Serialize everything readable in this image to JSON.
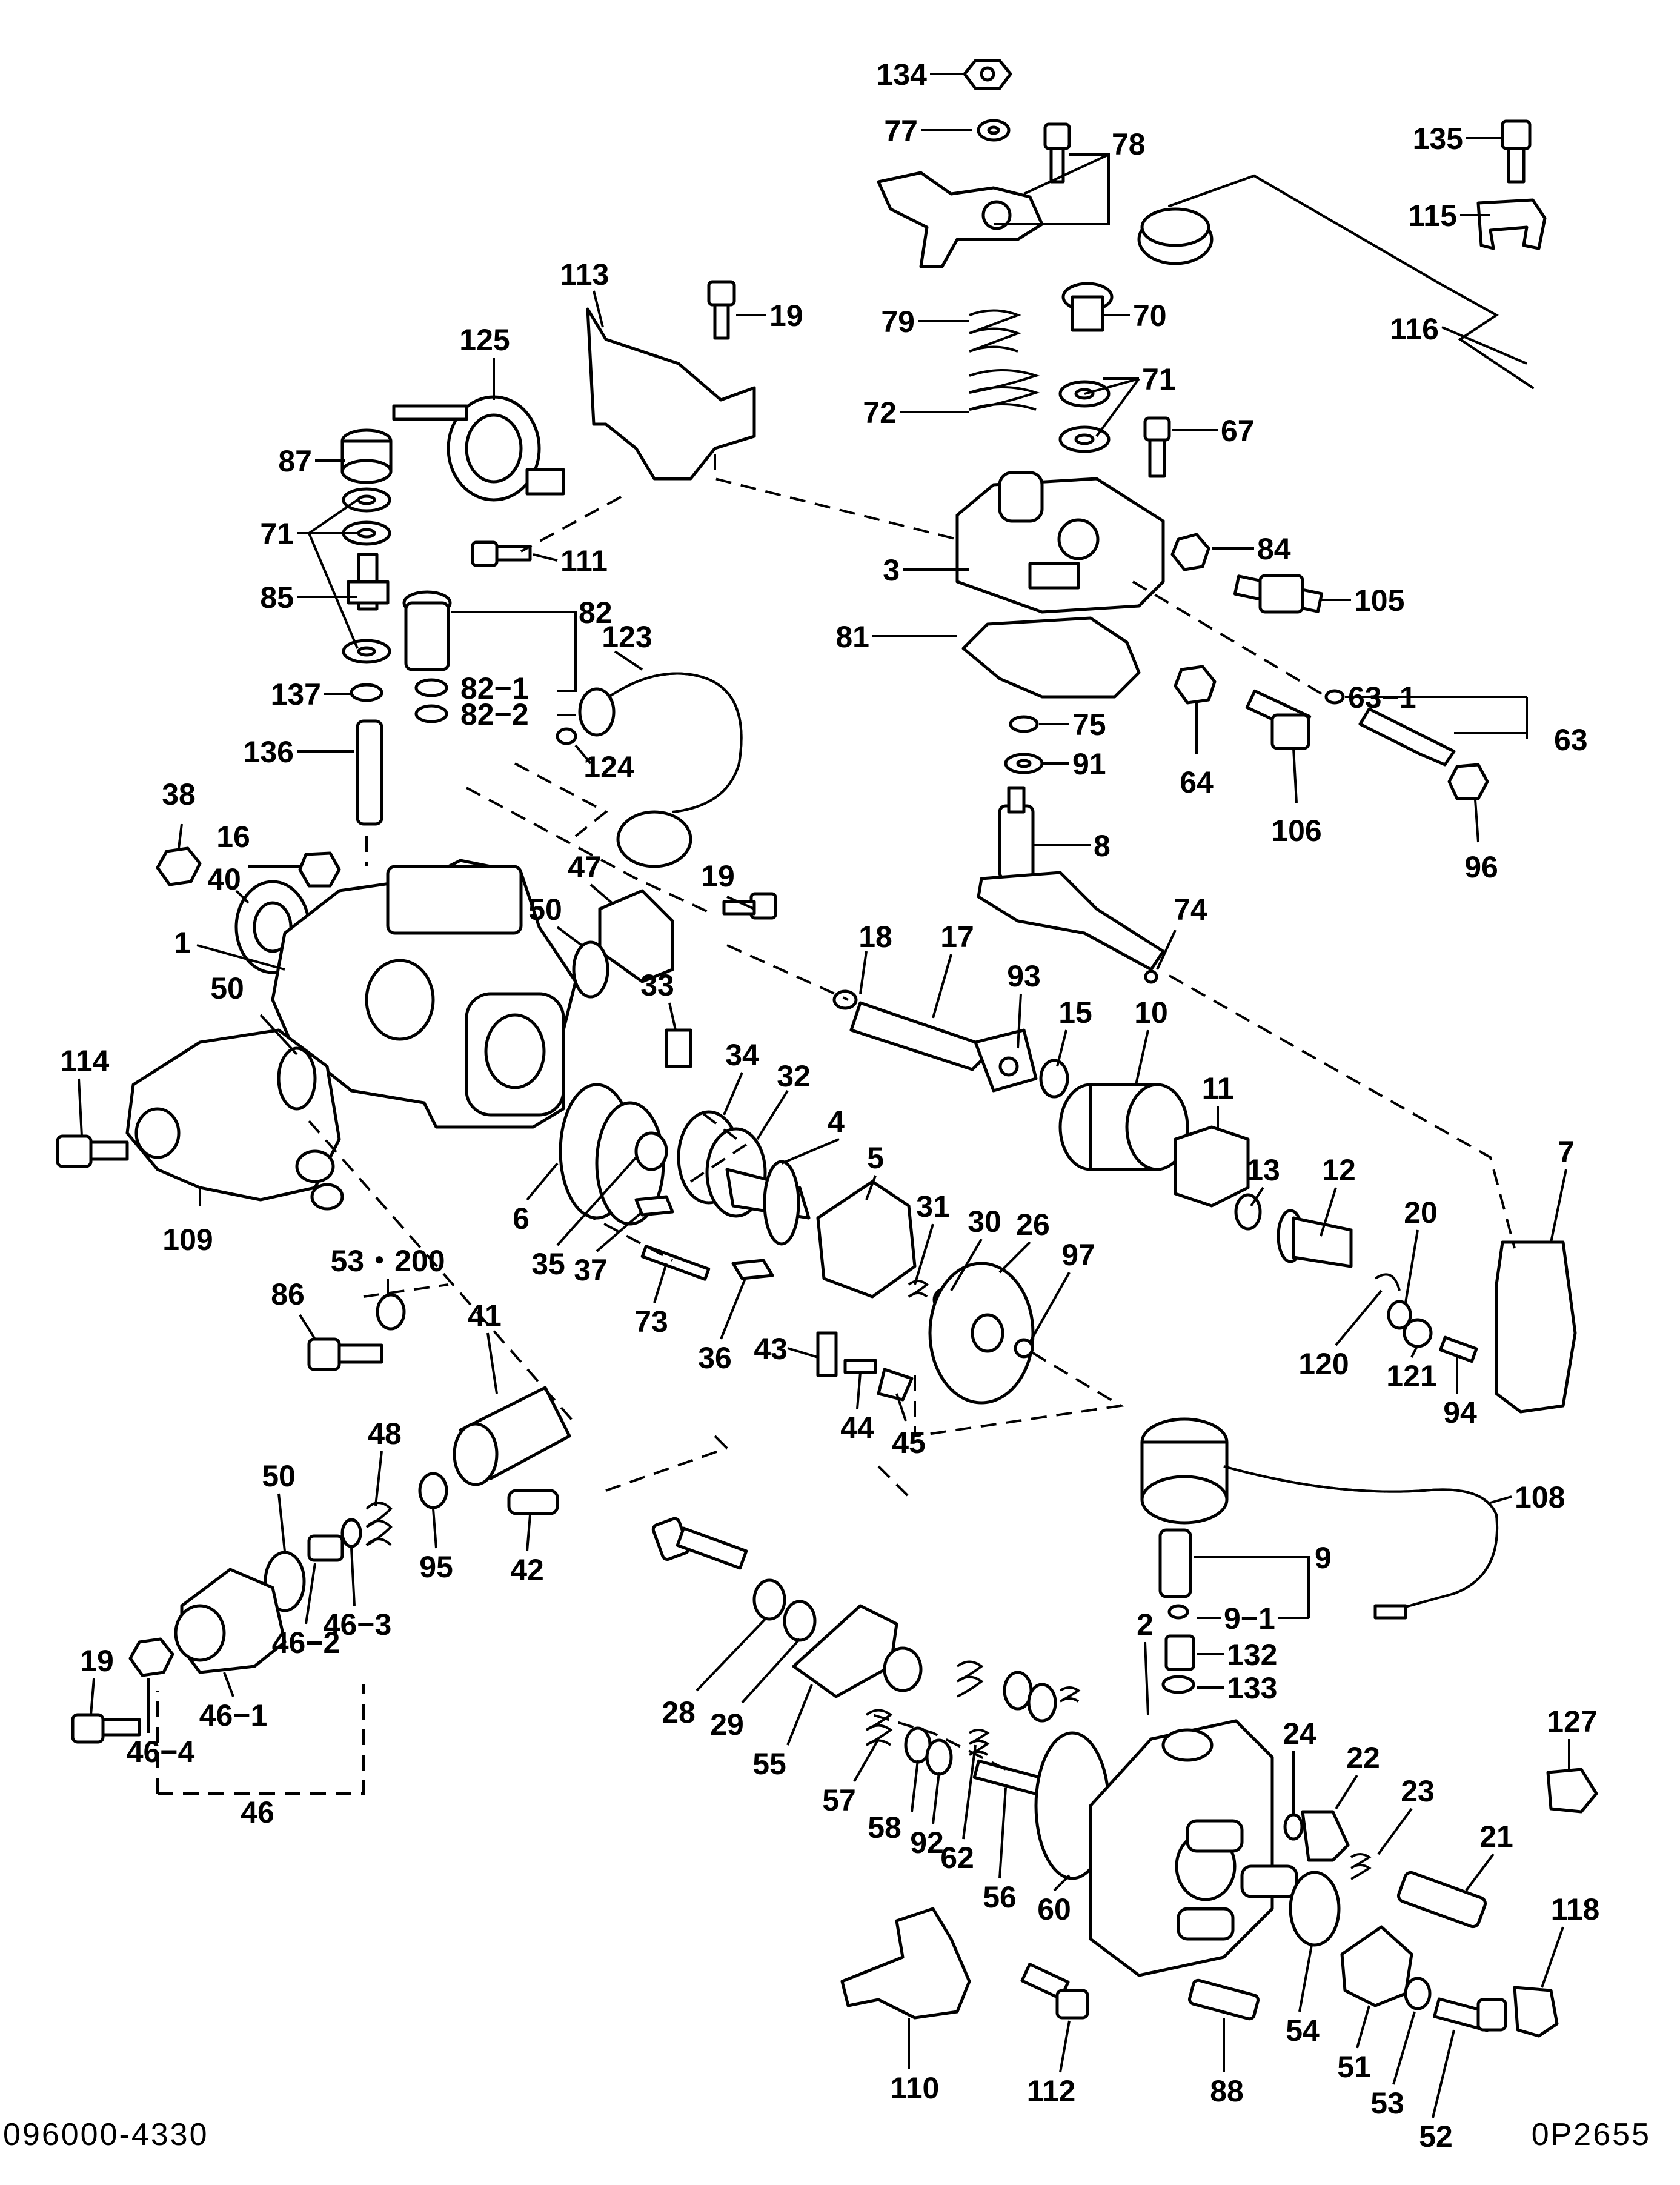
{
  "drawing_number": "096000-4330",
  "figure_code": "0P2655",
  "labels": {
    "l134": "134",
    "l77": "77",
    "l78": "78",
    "l135": "135",
    "l115": "115",
    "l116": "116",
    "l113": "113",
    "l19a": "19",
    "l79": "79",
    "l70": "70",
    "l125": "125",
    "l71a": "71",
    "l72": "72",
    "l67": "67",
    "l87": "87",
    "l71b": "71",
    "l84": "84",
    "l111": "111",
    "l3": "3",
    "l105": "105",
    "l85": "85",
    "l82": "82",
    "l123": "123",
    "l81": "81",
    "l137": "137",
    "l82_1": "82−1",
    "l82_2": "82−2",
    "l63_1": "63−1",
    "l63": "63",
    "l75": "75",
    "l124": "124",
    "l136": "136",
    "l91": "91",
    "l64": "64",
    "l106": "106",
    "l38": "38",
    "l16": "16",
    "l96": "96",
    "l40": "40",
    "l8": "8",
    "l19b": "19",
    "l47": "47",
    "l74": "74",
    "l50a": "50",
    "l1": "1",
    "l18": "18",
    "l17": "17",
    "l93": "93",
    "l50b": "50",
    "l15": "15",
    "l10": "10",
    "l33": "33",
    "l34": "34",
    "l11": "11",
    "l114": "114",
    "l32": "32",
    "l4": "4",
    "l7": "7",
    "l5": "5",
    "l13": "13",
    "l12": "12",
    "l31": "31",
    "l30": "30",
    "l26": "26",
    "l6": "6",
    "l109": "109",
    "l35": "35",
    "l37": "37",
    "l20": "20",
    "l97": "97",
    "l53_200": "53・200",
    "l86": "86",
    "l73": "73",
    "l36": "36",
    "l120": "120",
    "l121": "121",
    "l94": "94",
    "l41": "41",
    "l43": "43",
    "l48": "48",
    "l44": "44",
    "l45": "45",
    "l50c": "50",
    "l108": "108",
    "l95": "95",
    "l42": "42",
    "l9": "9",
    "l9_1": "9−1",
    "l19c": "19",
    "l46_2": "46−2",
    "l46_3": "46−3",
    "l2": "2",
    "l132": "132",
    "l133": "133",
    "l28": "28",
    "l29": "29",
    "l46_1": "46−1",
    "l46_4": "46−4",
    "l55": "55",
    "l127": "127",
    "l24": "24",
    "l22": "22",
    "l46": "46",
    "l57": "57",
    "l23": "23",
    "l21": "21",
    "l58": "58",
    "l92": "92",
    "l62": "62",
    "l56": "56",
    "l60": "60",
    "l118": "118",
    "l110": "110",
    "l112": "112",
    "l88": "88",
    "l54": "54",
    "l51": "51",
    "l53": "53",
    "l52": "52"
  }
}
